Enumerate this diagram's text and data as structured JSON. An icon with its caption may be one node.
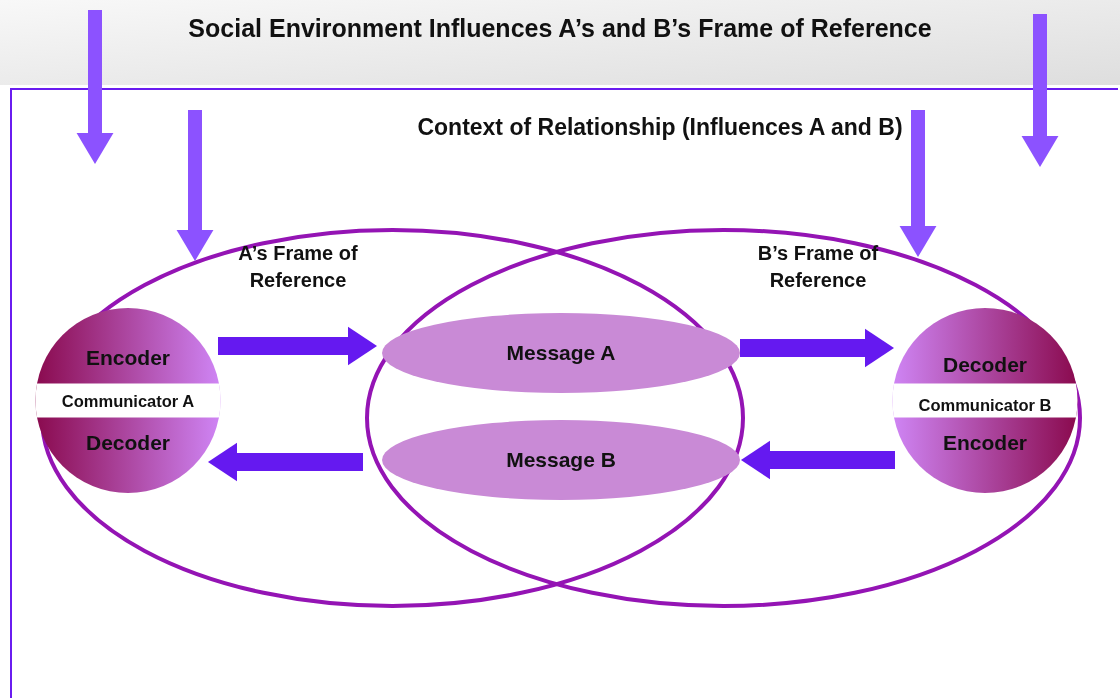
{
  "diagram": {
    "nodes": [
      {
        "text": [
          "Social Environment Influences A’s and B’s Frame of Reference"
        ]
      },
      {
        "text": [
          "Context of Relationship (Influences A and B)"
        ]
      },
      {
        "text": [
          "A’s Frame of Reference"
        ],
        "in": 1
      },
      {
        "text": [
          "B’s Frame of Reference"
        ],
        "in": 1
      },
      {
        "text": [
          "Encoder",
          "Communicator A",
          "Decoder"
        ],
        "in": 2
      },
      {
        "text": [
          "Message A"
        ]
      },
      {
        "text": [
          "Message B"
        ]
      },
      {
        "text": [
          "Decoder",
          "Communicator B",
          "Encoder"
        ],
        "in": 3
      }
    ],
    "edges": [
      {
        "from": 0,
        "to": 1,
        "arrow": "to",
        "color": "#8c52ff"
      },
      {
        "from": 0,
        "to": 1,
        "arrow": "to",
        "color": "#8c52ff"
      },
      {
        "from": 1,
        "to": 2,
        "arrow": "to",
        "color": "#8c52ff"
      },
      {
        "from": 1,
        "to": 3,
        "arrow": "to",
        "color": "#8c52ff"
      },
      {
        "from": 4,
        "to": 5,
        "arrow": "to"
      },
      {
        "from": 5,
        "to": 7,
        "arrow": "to"
      },
      {
        "from": 7,
        "to": 6,
        "arrow": "to"
      },
      {
        "from": 6,
        "to": 4,
        "arrow": "to"
      }
    ]
  }
}
